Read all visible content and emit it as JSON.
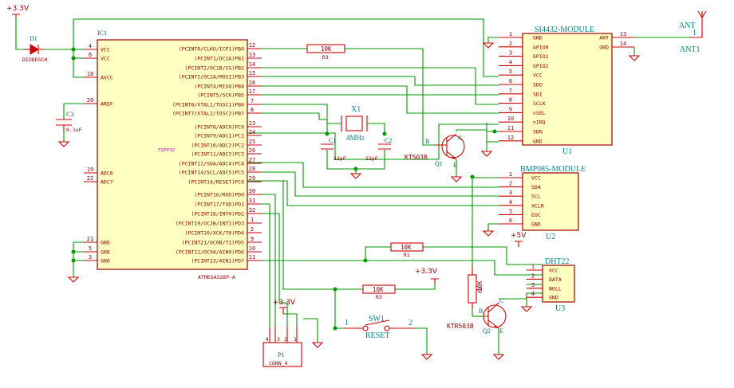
{
  "ic1": {
    "ref": "IC1",
    "value": "ATMEGA328P-A",
    "package": "TQFP32",
    "left_pins": [
      {
        "num": "4",
        "name": "VCC"
      },
      {
        "num": "6",
        "name": "VCC"
      },
      {
        "num": "18",
        "name": "AVCC"
      },
      {
        "num": "20",
        "name": "AREF"
      },
      {
        "num": "19",
        "name": "ADC6"
      },
      {
        "num": "22",
        "name": "ADC7"
      },
      {
        "num": "21",
        "name": "GND"
      },
      {
        "num": "5",
        "name": "GND"
      },
      {
        "num": "3",
        "name": "GND"
      }
    ],
    "right_pins": [
      {
        "num": "12",
        "name": "(PCINT0/CLKO/ICP1)PB0"
      },
      {
        "num": "13",
        "name": "(PCINT1/OC1A)PB1"
      },
      {
        "num": "14",
        "name": "(PCINT2/OC1B/SS)PB2"
      },
      {
        "num": "15",
        "name": "(PCINT3/OC2A/MOSI)PB3"
      },
      {
        "num": "16",
        "name": "(PCINT4/MISO)PB4"
      },
      {
        "num": "17",
        "name": "(PCINT5/SCK)PB5"
      },
      {
        "num": "7",
        "name": "(PCINT6/XTAL1/TOSC1)PB6"
      },
      {
        "num": "8",
        "name": "(PCINT7/XTAL2/TOSC2)PB7"
      },
      {
        "num": "23",
        "name": "(PCINT8/ADC0)PC0"
      },
      {
        "num": "24",
        "name": "(PCINT9/ADC1)PC1"
      },
      {
        "num": "25",
        "name": "(PCINT10/ADC2)PC2"
      },
      {
        "num": "26",
        "name": "(PCINT11/ADC3)PC3"
      },
      {
        "num": "27",
        "name": "(PCINT12/SDA/ADC4)PC4"
      },
      {
        "num": "28",
        "name": "(PCINT14/SCL/ADC5)PC5"
      },
      {
        "num": "29",
        "name": "(PCINT14/RESET)PC6"
      },
      {
        "num": "30",
        "name": "(PCINT16/RXD)PD0"
      },
      {
        "num": "31",
        "name": "(PCINT17/TXD)PD1"
      },
      {
        "num": "32",
        "name": "(PCINT18/INT0)PD2"
      },
      {
        "num": "1",
        "name": "(PCINT19/OC2B/INT1)PD3"
      },
      {
        "num": "2",
        "name": "(PCINT20/XCK/T0)PD4"
      },
      {
        "num": "9",
        "name": "(PCINT21/OC0B/T1)PD5"
      },
      {
        "num": "10",
        "name": "(PCINT22/OC0A/AIN0)PD6"
      },
      {
        "num": "11",
        "name": "(PCINT23/AIN1)PD7"
      }
    ]
  },
  "u1": {
    "title": "SI4432-MODULE",
    "ref": "U1",
    "left_pins": [
      {
        "num": "1",
        "name": "GND"
      },
      {
        "num": "2",
        "name": "GPIO0"
      },
      {
        "num": "3",
        "name": "GPIO1"
      },
      {
        "num": "4",
        "name": "GPIO2"
      },
      {
        "num": "5",
        "name": "VCC"
      },
      {
        "num": "6",
        "name": "SDO"
      },
      {
        "num": "7",
        "name": "SDI"
      },
      {
        "num": "8",
        "name": "SCLK"
      },
      {
        "num": "9",
        "name": "nSEL"
      },
      {
        "num": "10",
        "name": "nIRQ"
      },
      {
        "num": "11",
        "name": "SDN"
      },
      {
        "num": "12",
        "name": "GND"
      }
    ],
    "right_pins": [
      {
        "num": "13",
        "name": "ANT"
      },
      {
        "num": "14",
        "name": "GND"
      }
    ]
  },
  "u2": {
    "title": "BMP085-MODULE",
    "ref": "U2",
    "pins": [
      {
        "num": "1",
        "name": "VCC"
      },
      {
        "num": "2",
        "name": "SDA"
      },
      {
        "num": "3",
        "name": "SCL"
      },
      {
        "num": "4",
        "name": "XCLR"
      },
      {
        "num": "5",
        "name": "EOC"
      },
      {
        "num": "6",
        "name": "GND"
      }
    ]
  },
  "u3": {
    "title": "DHT22",
    "ref": "U3",
    "pins": [
      {
        "num": "1",
        "name": "VCC"
      },
      {
        "num": "2",
        "name": "DATA"
      },
      {
        "num": "3",
        "name": "NULL"
      },
      {
        "num": "4",
        "name": "GND"
      }
    ]
  },
  "ant": {
    "label": "ANT",
    "ref": "ANT1",
    "pin": "1"
  },
  "d1": {
    "ref": "D1",
    "value": "DIODESCH"
  },
  "c3": {
    "ref": "C3",
    "value": "0.1uF"
  },
  "x1": {
    "ref": "X1",
    "value": "4MHz"
  },
  "c1": {
    "ref": "C1",
    "value": "22pF"
  },
  "c2": {
    "ref": "C2",
    "value": "22pF"
  },
  "r3a": {
    "ref": "R3",
    "value": "10K"
  },
  "r1": {
    "ref": "R1",
    "value": "10K"
  },
  "r3b": {
    "ref": "R3",
    "value": "10K"
  },
  "r2": {
    "ref": "R2",
    "value": "10K"
  },
  "q1": {
    "ref": "Q1",
    "value": "KT503B",
    "pins": [
      "B",
      "C",
      "E"
    ]
  },
  "q2": {
    "ref": "Q2",
    "value": "KTR503B",
    "pins": [
      "B",
      "C",
      "E"
    ]
  },
  "sw1": {
    "ref": "SW1",
    "value": "RESET",
    "pin1": "1",
    "pin2": "2"
  },
  "p1": {
    "ref": "P1",
    "value": "CONN_4",
    "pins": [
      "4",
      "3",
      "2",
      "1"
    ]
  },
  "power": {
    "v33_top": "+3.3V",
    "v33_conn": "+3.3V",
    "v33_reset": "+3.3V",
    "v5": "+5V"
  }
}
